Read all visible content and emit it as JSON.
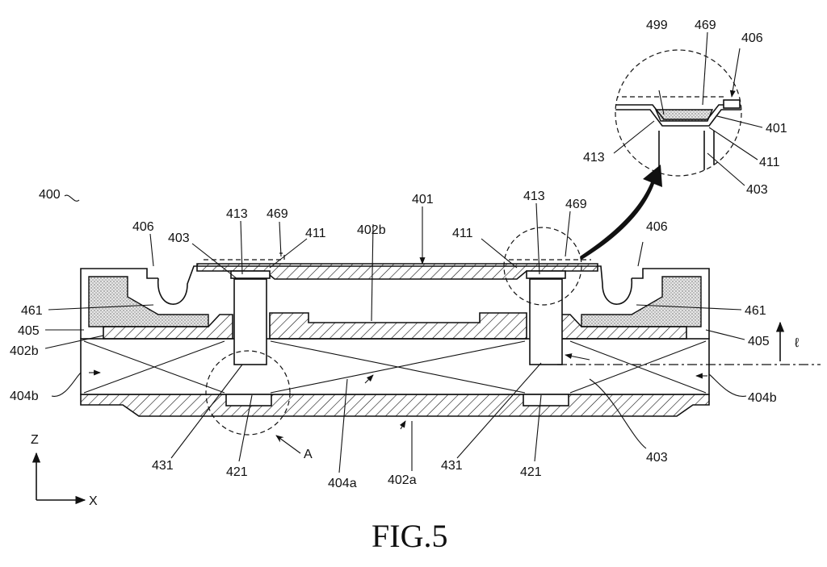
{
  "figure": {
    "caption": "FIG.5",
    "labels": {
      "l400": "400",
      "l406_left": "406",
      "l406_right": "406",
      "l406_detail": "406",
      "l403_left": "403",
      "l403_right": "403",
      "l403_detail": "403",
      "l413_left": "413",
      "l413_right": "413",
      "l413_detail": "413",
      "l469_left": "469",
      "l469_right": "469",
      "l469_detail": "469",
      "l411_left": "411",
      "l411_right": "411",
      "l411_detail": "411",
      "l402b_top": "402b",
      "l402b_left": "402b",
      "l401_main": "401",
      "l401_detail": "401",
      "l499": "499",
      "l461_left": "461",
      "l461_right": "461",
      "l405_left": "405",
      "l405_right": "405",
      "l404b_left": "404b",
      "l404b_right": "404b",
      "l404a": "404a",
      "l402a": "402a",
      "l431_left": "431",
      "l431_right": "431",
      "l421_left": "421",
      "l421_right": "421",
      "lA": "A",
      "lZ": "Z",
      "lX": "X",
      "lell": "ℓ"
    }
  }
}
